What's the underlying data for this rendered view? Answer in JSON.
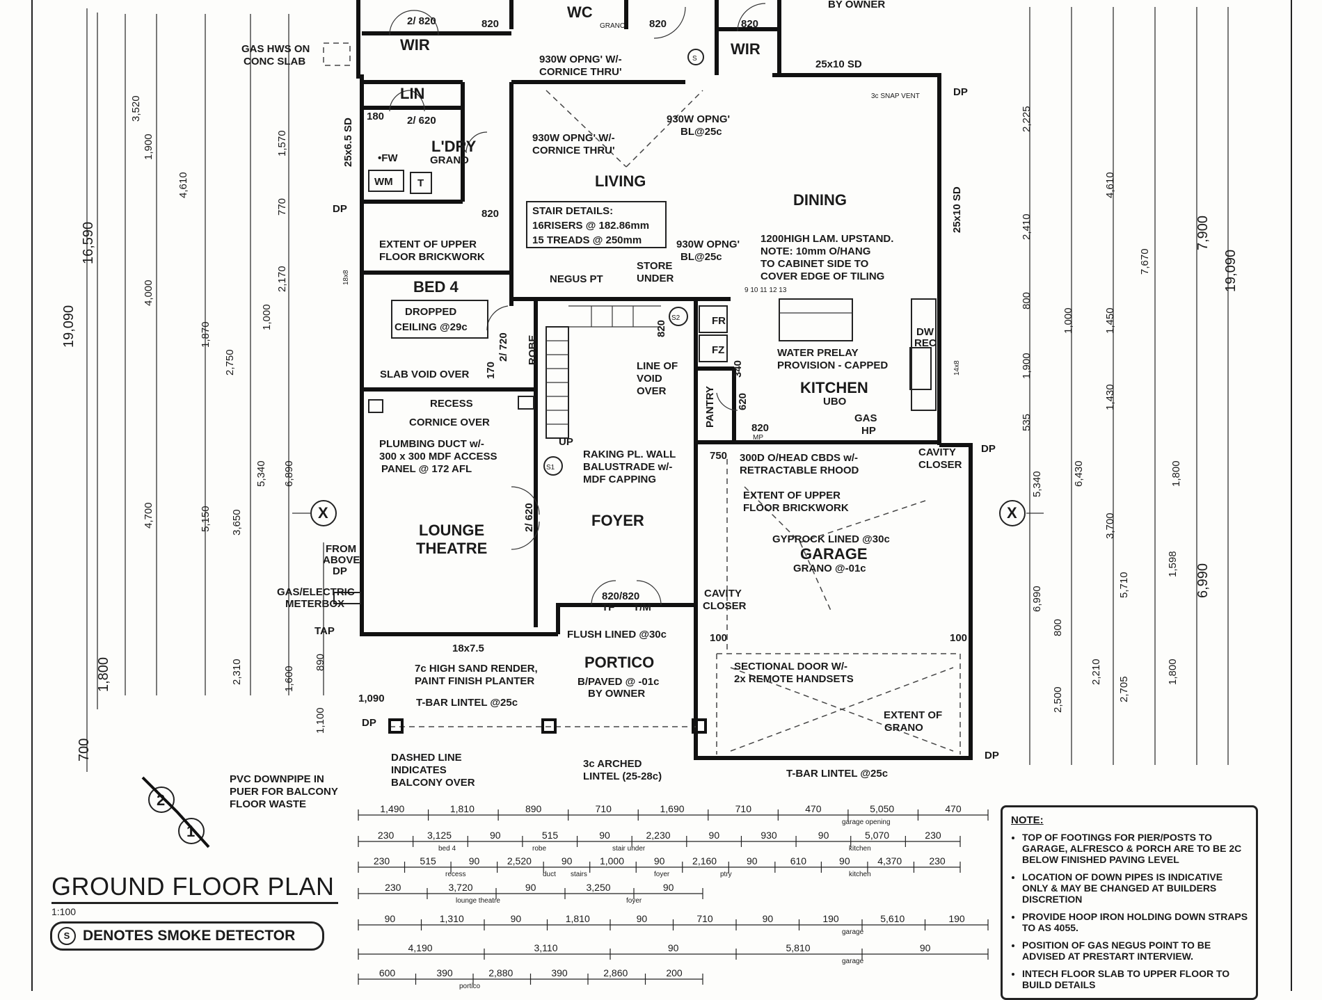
{
  "title": "GROUND FLOOR PLAN",
  "scale": "1:100",
  "legend": {
    "symbol": "S",
    "text": "DENOTES SMOKE DETECTOR"
  },
  "notes": {
    "heading": "NOTE:",
    "items": [
      "TOP OF FOOTINGS FOR PIER/POSTS TO GARAGE, ALFRESCO & PORCH ARE TO BE 2c BELOW FINISHED PAVING LEVEL",
      "LOCATION OF DOWN PIPES IS INDICATIVE ONLY & MAY BE CHANGED AT BUILDERS DISCRETION",
      "PROVIDE HOOP IRON HOLDING DOWN STRAPS TO AS 4055.",
      "POSITION OF GAS NEGUS POINT TO BE ADVISED AT PRESTART INTERVIEW.",
      "INTECH FLOOR SLAB TO UPPER FLOOR TO BUILD DETAILS"
    ]
  },
  "rooms": {
    "wir1": "WIR",
    "wir2": "WIR",
    "wc": "WC",
    "wc_grano": "GRANO",
    "lin": "LIN",
    "ldry": "L'DRY",
    "ldry_grano": "GRANO",
    "living": "LIVING",
    "dining": "DINING",
    "bed4": "BED 4",
    "kitchen": "KITCHEN",
    "kitchen_ubo": "UBO",
    "lounge1": "LOUNGE",
    "lounge2": "THEATRE",
    "foyer": "FOYER",
    "garage": "GARAGE",
    "garage_finish": "GYPROCK LINED @30c",
    "garage_grano": "GRANO @-01c",
    "portico": "PORTICO",
    "portico_paved": "B/PAVED @ -01c",
    "portico_owner": "BY OWNER",
    "pantry": "PANTRY",
    "robe": "ROBE",
    "fr": "FR",
    "fz": "FZ",
    "dw": "DW",
    "rec": "REC",
    "wm": "WM",
    "fw": "•FW",
    "t": "T",
    "store1": "STORE",
    "store2": "UNDER"
  },
  "labels": {
    "by_owner": "BY OWNER",
    "gas_hws1": "GAS HWS ON",
    "gas_hws2": "CONC SLAB",
    "opening_top1": "930W OPNG' W/-",
    "opening_top2": "CORNICE THRU'",
    "opening_liv1": "930W OPNG' W/-",
    "opening_liv2": "CORNICE THRU'",
    "opening_dining1": "930W OPNG'",
    "opening_dining2": "BL@25c",
    "opening_mid1": "930W OPNG'",
    "opening_mid2": "BL@25c",
    "stair_head": "STAIR DETAILS:",
    "stair_l1": "16RISERS @ 182.86mm",
    "stair_l2": "15 TREADS @ 250mm",
    "extent_upper1": "EXTENT OF UPPER",
    "extent_upper2": "FLOOR BRICKWORK",
    "negus": "NEGUS PT",
    "lam1": "1200HIGH LAM. UPSTAND.",
    "lam2": "NOTE: 10mm O/HANG",
    "lam3": "TO CABINET SIDE TO",
    "lam4": "COVER EDGE OF TILING",
    "dropped1": "DROPPED",
    "dropped2": "CEILING @29c",
    "slab_void": "SLAB VOID OVER",
    "recess": "RECESS",
    "cornice_over": "CORNICE OVER",
    "plumbing1": "PLUMBING DUCT w/-",
    "plumbing2": "300 x 300 MDF ACCESS",
    "plumbing3": "PANEL @ 172 AFL",
    "line_void1": "LINE OF",
    "line_void2": "VOID",
    "line_void3": "OVER",
    "water1": "WATER PRELAY",
    "water2": "PROVISION - CAPPED",
    "gas": "GAS",
    "hp": "HP",
    "raking1": "RAKING PL. WALL",
    "raking2": "BALUSTRADE w/-",
    "raking3": "MDF CAPPING",
    "up": "UP",
    "ohead1": "300D O/HEAD CBDS w/-",
    "ohead2": "RETRACTABLE RHOOD",
    "cavity1a": "CAVITY",
    "cavity1b": "CLOSER",
    "cavity2a": "CAVITY",
    "cavity2b": "CLOSER",
    "extent_g1": "EXTENT OF UPPER",
    "extent_g2": "FLOOR BRICKWORK",
    "from_above1": "FROM",
    "from_above2": "ABOVE",
    "dp": "DP",
    "meterbox1": "GAS/ELECTRIC",
    "meterbox2": "METERBOX",
    "tap": "TAP",
    "flush": "FLUSH LINED @30c",
    "sand1": "7c HIGH SAND RENDER,",
    "sand2": "PAINT FINISH PLANTER",
    "tbar1": "T-BAR LINTEL @25c",
    "tbar2": "T-BAR LINTEL @25c",
    "sectional1": "SECTIONAL DOOR W/-",
    "sectional2": "2x REMOTE HANDSETS",
    "extent_grano1": "EXTENT OF",
    "extent_grano2": "GRANO",
    "dashed1": "DASHED LINE",
    "dashed2": "INDICATES",
    "dashed3": "BALCONY OVER",
    "arched1": "3c ARCHED",
    "arched2": "LINTEL (25-28c)",
    "pvc1": "PVC DOWNPIPE IN",
    "pvc2": "PUER FOR BALCONY",
    "pvc3": "FLOOR WASTE",
    "snap_vent": "3c SNAP VENT",
    "sd1": "25x10 SD",
    "sd2": "25x10 SD",
    "sd3": "25x6.5 SD",
    "bar1": "18x7.5",
    "bar2": "18x8",
    "bar3": "14x8",
    "door_820": "820",
    "door_2820": "2/ 820",
    "door_2720": "2/ 720",
    "door_2620": "2/ 620",
    "door_front": "820/820",
    "door_tf": "TF",
    "door_tm": "T/M",
    "section": "X",
    "section_2": "2",
    "section_1": "1",
    "s_mark": "S",
    "s1": "S1",
    "s2": "S2",
    "d750": "750",
    "d100a": "100",
    "d100b": "100",
    "d170": "170",
    "d340": "340",
    "d620": "620",
    "d820mp": "820",
    "mp": "MP",
    "d1090": "1,090",
    "wic_2420": "2/ 620",
    "d180": "180"
  },
  "dims": {
    "left_overall": "19,090",
    "left_sub": "16,590",
    "left_1800": "1,800",
    "left_700": "700",
    "right_overall": "19,090",
    "right_7900": "7,900",
    "right_6990": "6,990",
    "l_4610": "4,610",
    "l_4000": "4,000",
    "l_4700": "4,700",
    "l_5150": "5,150",
    "l_1870": "1,870",
    "l_3520": "3,520",
    "l_1900": "1,900",
    "l_1570": "1,570",
    "l_770": "770",
    "l_2170": "2,170",
    "l_1000": "1,000",
    "l_2750": "2,750",
    "l_5340": "5,340",
    "l_3650": "3,650",
    "l_6890": "6,890",
    "l_2310": "2,310",
    "l_1600": "1,600",
    "l_1100": "1,100",
    "l_890": "890",
    "r_2225": "2,225",
    "r_2410": "2,410",
    "r_800": "800",
    "r_1900": "1,900",
    "r_535": "535",
    "r_5340": "5,340",
    "r_6430": "6,430",
    "r_4610": "4,610",
    "r_7670": "7,670",
    "r_1450": "1,450",
    "r_1430": "1,430",
    "r_1000": "1,000",
    "r_3700": "3,700",
    "r_1800": "1,800",
    "r_5710": "5,710",
    "r_1598": "1,598",
    "r_2210": "2,210",
    "r_2705": "2,705",
    "r_2500": "2,500",
    "r_800b": "800",
    "r_6990": "6,990"
  },
  "bottom_dims": {
    "row1": [
      "1,490",
      "1,810",
      "890",
      "710",
      "1,690",
      "710",
      "470",
      "5,050",
      "470"
    ],
    "row1_sub": "garage opening",
    "row2": [
      "230",
      "3,125",
      "90",
      "515",
      "90",
      "2,230",
      "90",
      "930",
      "90",
      "5,070",
      "230"
    ],
    "row2_sub": [
      "bed 4",
      "robe",
      "stair under",
      "kitchen"
    ],
    "row3": [
      "230",
      "515",
      "90",
      "2,520",
      "90",
      "1,000",
      "90",
      "2,160",
      "90",
      "610",
      "90",
      "4,370",
      "230"
    ],
    "row3_sub": [
      "recess",
      "duct",
      "stairs",
      "foyer",
      "ptry",
      "kitchen"
    ],
    "row4": [
      "230",
      "3,720",
      "90",
      "3,250",
      "90"
    ],
    "row4_sub": [
      "lounge theatre",
      "foyer"
    ],
    "row5": [
      "90",
      "1,310",
      "90",
      "1,810",
      "90",
      "710",
      "90",
      "190",
      "5,610",
      "190"
    ],
    "row5_sub": "garage",
    "row6": [
      "4,190",
      "3,110",
      "90",
      "5,810",
      "90"
    ],
    "row6_sub": "garage",
    "row7": [
      "600",
      "390",
      "2,880",
      "390",
      "2,860",
      "200"
    ],
    "row7_sub": "portico"
  },
  "colors": {
    "ink": "#1a1a1a",
    "paper": "#fdfdfb"
  }
}
